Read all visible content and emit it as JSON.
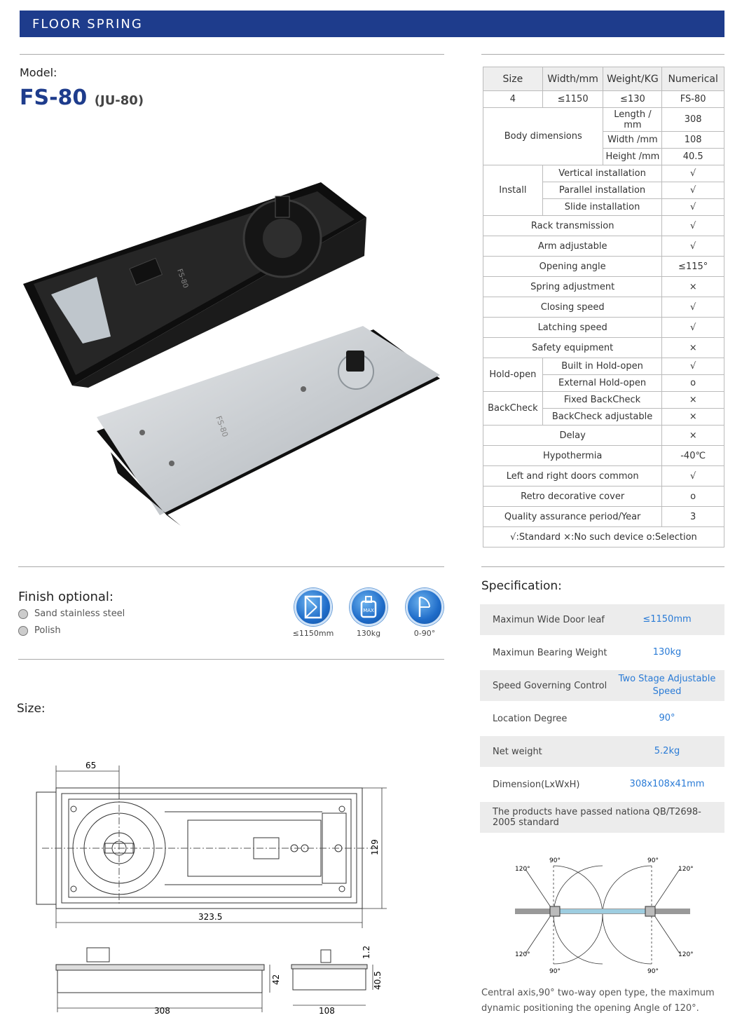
{
  "header": {
    "title": "FLOOR SPRING"
  },
  "model": {
    "label": "Model:",
    "name": "FS-80",
    "alt": "(JU-80)"
  },
  "product_image": {
    "engraving_top": "FS-80",
    "engraving_bottom": "FS-80"
  },
  "table": {
    "headers": [
      "Size",
      "Width/mm",
      "Weight/KG",
      "Numerical"
    ],
    "row1": [
      "4",
      "≤1150",
      "≤130",
      "FS-80"
    ],
    "body_dimensions": {
      "label": "Body dimensions",
      "rows": [
        {
          "k": "Length / mm",
          "v": "308"
        },
        {
          "k": "Width /mm",
          "v": "108"
        },
        {
          "k": "Height /mm",
          "v": "40.5"
        }
      ]
    },
    "install": {
      "label": "Install",
      "rows": [
        {
          "k": "Vertical installation",
          "v": "√"
        },
        {
          "k": "Parallel installation",
          "v": "√"
        },
        {
          "k": "Slide installation",
          "v": "√"
        }
      ]
    },
    "features1": [
      {
        "k": "Rack transmission",
        "v": "√"
      },
      {
        "k": "Arm adjustable",
        "v": "√"
      },
      {
        "k": "Opening angle",
        "v": "≤115°"
      },
      {
        "k": "Spring adjustment",
        "v": "×"
      },
      {
        "k": "Closing speed",
        "v": "√"
      },
      {
        "k": "Latching speed",
        "v": "√"
      },
      {
        "k": "Safety equipment",
        "v": "×"
      }
    ],
    "hold_open": {
      "label": "Hold-open",
      "rows": [
        {
          "k": "Built in Hold-open",
          "v": "√"
        },
        {
          "k": "External Hold-open",
          "v": "o"
        }
      ]
    },
    "backcheck": {
      "label": "BackCheck",
      "rows": [
        {
          "k": "Fixed BackCheck",
          "v": "×"
        },
        {
          "k": "BackCheck adjustable",
          "v": "×"
        }
      ]
    },
    "features2": [
      {
        "k": "Delay",
        "v": "×"
      },
      {
        "k": "Hypothermia",
        "v": "-40℃"
      },
      {
        "k": "Left and right doors common",
        "v": "√"
      },
      {
        "k": "Retro decorative cover",
        "v": "o"
      },
      {
        "k": "Quality assurance period/Year",
        "v": "3"
      }
    ],
    "legend": "√:Standard   ×:No such device   o:Selection"
  },
  "finish": {
    "title": "Finish optional:",
    "items": [
      "Sand stainless steel",
      "Polish"
    ],
    "icons": [
      {
        "name": "door-width-icon",
        "caption": "≤1150mm"
      },
      {
        "name": "weight-icon",
        "caption": "130kg",
        "text": "MAX"
      },
      {
        "name": "angle-icon",
        "caption": "0-90°"
      }
    ]
  },
  "specification": {
    "title": "Specification:",
    "rows": [
      {
        "k": "Maximun Wide Door leaf",
        "v": "≤1150mm"
      },
      {
        "k": "Maximun Bearing Weight",
        "v": "130kg"
      },
      {
        "k": "Speed Governing Control",
        "v": "Two Stage Adjustable Speed"
      },
      {
        "k": "Location Degree",
        "v": "90°"
      },
      {
        "k": "Net weight",
        "v": "5.2kg"
      },
      {
        "k": "Dimension(LxWxH)",
        "v": "308x108x41mm"
      },
      {
        "k": "The products have passed nationa QB/T2698-2005 standard",
        "v": ""
      }
    ]
  },
  "size": {
    "title": "Size:",
    "dims": {
      "d65": "65",
      "d129": "129",
      "d323": "323.5",
      "d308": "308",
      "d42": "42",
      "d108": "108",
      "d12": "1.2",
      "d405": "40.5"
    }
  },
  "angle_diagram": {
    "labels": {
      "a90": "90°",
      "a120": "120°"
    },
    "caption": "Central axis,90° two-way open type, the maximum dynamic positioning the opening Angle of 120°."
  },
  "colors": {
    "brand": "#1e3c8c",
    "accent": "#2a7bd6"
  }
}
